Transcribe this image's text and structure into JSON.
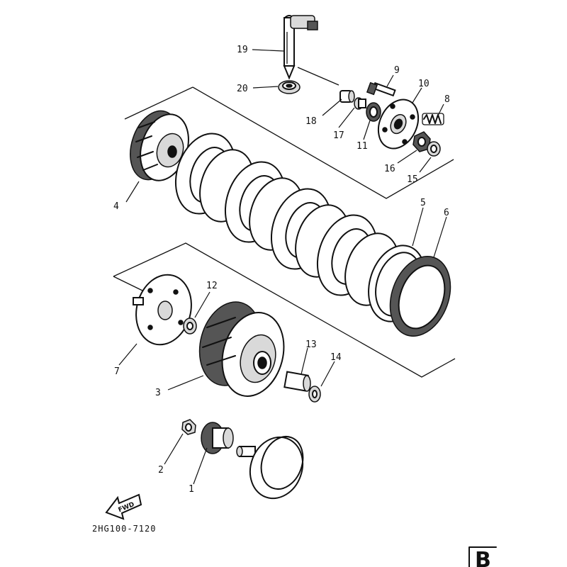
{
  "diagram": {
    "parts": [
      {
        "num": "1"
      },
      {
        "num": "2"
      },
      {
        "num": "3"
      },
      {
        "num": "4"
      },
      {
        "num": "5"
      },
      {
        "num": "6"
      },
      {
        "num": "7"
      },
      {
        "num": "8"
      },
      {
        "num": "9"
      },
      {
        "num": "10"
      },
      {
        "num": "11"
      },
      {
        "num": "12"
      },
      {
        "num": "13"
      },
      {
        "num": "14"
      },
      {
        "num": "15"
      },
      {
        "num": "16"
      },
      {
        "num": "17"
      },
      {
        "num": "18"
      },
      {
        "num": "19"
      },
      {
        "num": "20"
      }
    ],
    "drawing_code": "2HG100-7120",
    "direction_label": "FWD",
    "section_letter": "B"
  }
}
